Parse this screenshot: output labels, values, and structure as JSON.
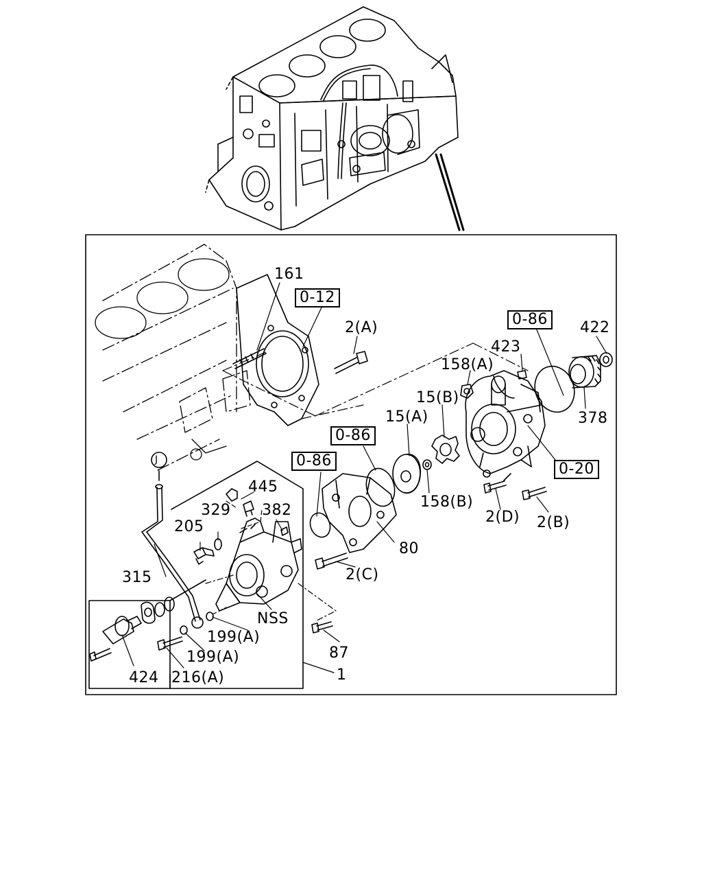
{
  "callouts": {
    "c161": "161",
    "c0_12": "0-12",
    "c2a": "2(A)",
    "c0_86_top": "0-86",
    "c422": "422",
    "c423": "423",
    "c158a": "158(A)",
    "c15b": "15(B)",
    "c15a": "15(A)",
    "c0_86_mid": "0-86",
    "c378": "378",
    "c0_86_left": "0-86",
    "cJ": "J",
    "c445": "445",
    "c329": "329",
    "c382": "382",
    "c0_20": "0-20",
    "c158b": "158(B)",
    "c2d": "2(D)",
    "c2b": "2(B)",
    "c205": "205",
    "c80": "80",
    "c2c": "2(C)",
    "c315": "315",
    "cNSS": "NSS",
    "c199a_1": "199(A)",
    "c199a_2": "199(A)",
    "c87": "87",
    "c1": "1",
    "c424": "424",
    "c216a": "216(A)"
  }
}
